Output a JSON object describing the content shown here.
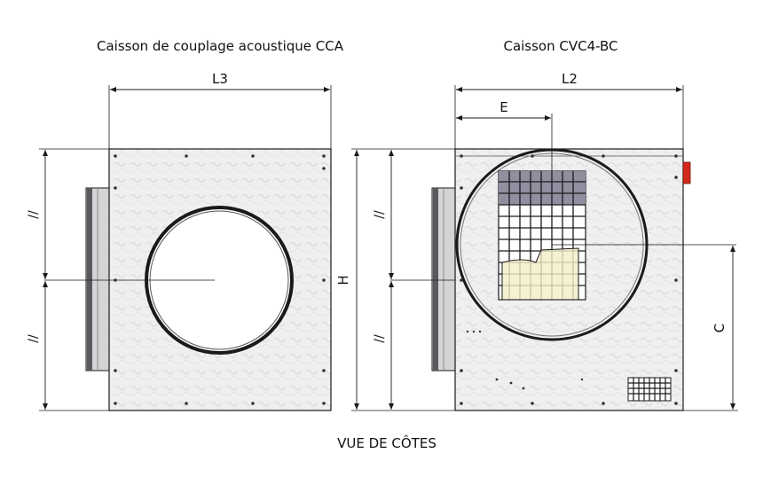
{
  "titles": {
    "left": "Caisson de couplage acoustique CCA",
    "right": "Caisson CVC4-BC"
  },
  "dimensions": {
    "l3": "L3",
    "l2": "L2",
    "e": "E",
    "h": "H",
    "c": "C",
    "half_mark": "//"
  },
  "caption": "VUE DE CÔTES",
  "colors": {
    "panel": "#eeeeef",
    "line": "#1a1a1a",
    "grille": "#8f8fa0",
    "motor": "#f2efc8",
    "accent_red": "#d42a1c"
  }
}
